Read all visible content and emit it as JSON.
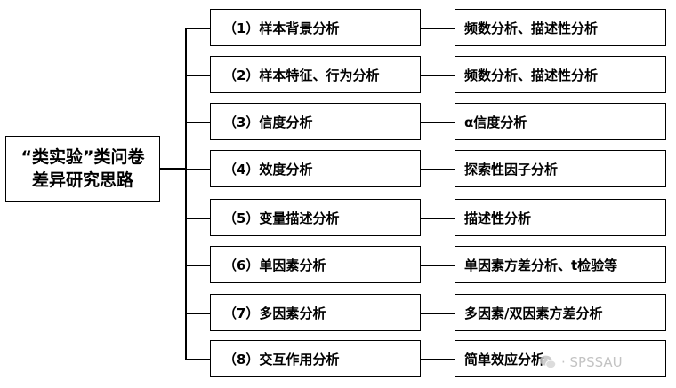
{
  "root": {
    "line1": "“类实验”类问卷",
    "line2": "差异研究思路"
  },
  "steps": [
    {
      "label": "（1）样本背景分析",
      "method": "频数分析、描述性分析"
    },
    {
      "label": "（2）样本特征、行为分析",
      "method": "频数分析、描述性分析"
    },
    {
      "label": "（3）信度分析",
      "method": "α信度分析"
    },
    {
      "label": "（4）效度分析",
      "method": "探索性因子分析"
    },
    {
      "label": "（5）变量描述分析",
      "method": "描述性分析"
    },
    {
      "label": "（6）单因素分析",
      "method": "单因素方差分析、t检验等"
    },
    {
      "label": "（7）多因素分析",
      "method": "多因素/双因素方差分析"
    },
    {
      "label": "（8）交互作用分析",
      "method": "简单效应分析"
    }
  ],
  "watermark": {
    "text": "· SPSSAU",
    "icon": "wechat-icon",
    "color": "#b9b9b9"
  }
}
